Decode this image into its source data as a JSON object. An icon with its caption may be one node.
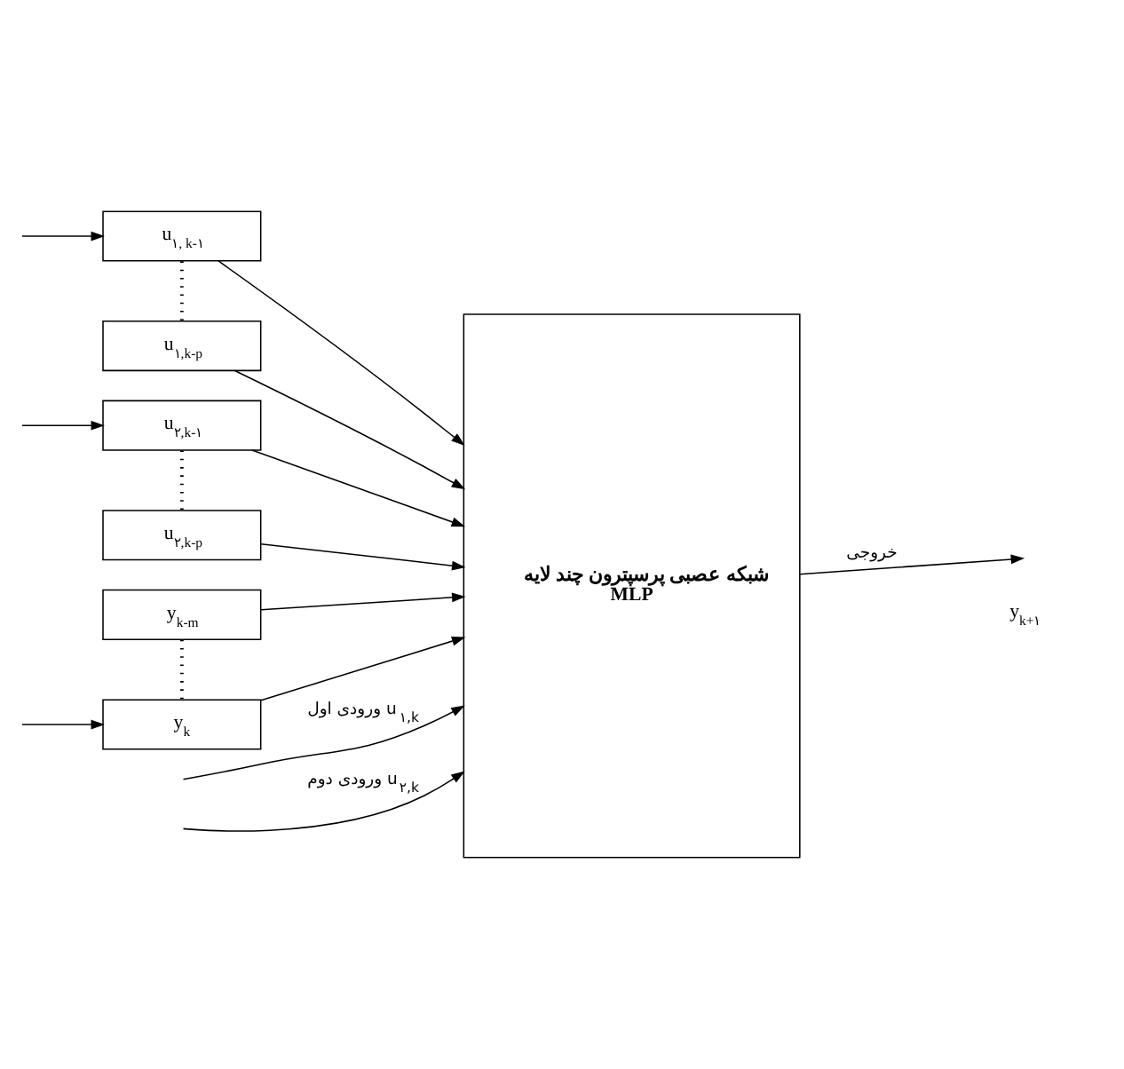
{
  "diagram": {
    "nodes": [
      {
        "text": [
          "شبکه عصبی پرسپترون چند لایه",
          "MLP"
        ]
      },
      {
        "text": [
          "u$_{۱, k-۱}$"
        ]
      },
      {
        "text": [
          "u$_{۱,k-p}$"
        ]
      },
      {
        "text": [
          "u$_{۲,k-۱}$"
        ]
      },
      {
        "text": [
          "u$_{۲,k-p}$"
        ]
      },
      {
        "text": [
          "y$_{k-m}$"
        ]
      },
      {
        "text": [
          "y$_{k}$"
        ]
      }
    ],
    "edges": [
      {
        "from": null,
        "to": 0,
        "arrow": "to",
        "label": "ورودی اول u$_{۱,k}$"
      },
      {
        "from": null,
        "to": 1,
        "arrow": "to"
      },
      {
        "from": 1,
        "to": 0,
        "arrow": "to"
      },
      {
        "from": 1,
        "to": 2,
        "arrow": "none",
        "style": "dashed"
      },
      {
        "from": 2,
        "to": 0,
        "arrow": "to"
      },
      {
        "from": null,
        "to": 0,
        "arrow": "to",
        "label": "ورودی دوم u$_{۲,k}$"
      },
      {
        "from": null,
        "to": 3,
        "arrow": "to"
      },
      {
        "from": 3,
        "to": 0,
        "arrow": "to"
      },
      {
        "from": 3,
        "to": 4,
        "arrow": "none",
        "style": "dashed"
      },
      {
        "from": 4,
        "to": 0,
        "arrow": "to"
      },
      {
        "from": 5,
        "to": 0,
        "arrow": "to"
      },
      {
        "from": 5,
        "to": 6,
        "arrow": "none",
        "style": "dashed"
      },
      {
        "from": 6,
        "to": 0,
        "arrow": "to"
      },
      {
        "from": 0,
        "to": null,
        "arrow": "to",
        "label": "خروجی"
      },
      {
        "from": null,
        "to": 6,
        "arrow": "to"
      }
    ],
    "labels": [
      "y$_{k+۱}$"
    ]
  }
}
